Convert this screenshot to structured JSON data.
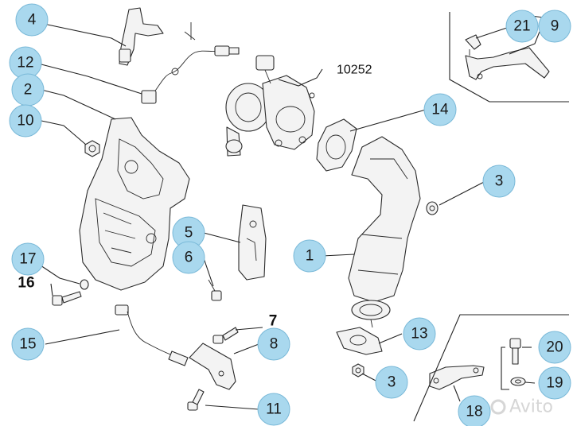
{
  "reference_label": "10252",
  "callouts": [
    {
      "id": "c1",
      "label": "1",
      "style": "bubble"
    },
    {
      "id": "c2",
      "label": "2",
      "style": "bubble"
    },
    {
      "id": "c3a",
      "label": "3",
      "style": "bubble"
    },
    {
      "id": "c3b",
      "label": "3",
      "style": "bubble"
    },
    {
      "id": "c4",
      "label": "4",
      "style": "bubble"
    },
    {
      "id": "c5",
      "label": "5",
      "style": "bubble"
    },
    {
      "id": "c6",
      "label": "6",
      "style": "bubble"
    },
    {
      "id": "c7",
      "label": "7",
      "style": "plain"
    },
    {
      "id": "c8",
      "label": "8",
      "style": "bubble"
    },
    {
      "id": "c9",
      "label": "9",
      "style": "bubble"
    },
    {
      "id": "c10",
      "label": "10",
      "style": "bubble"
    },
    {
      "id": "c11",
      "label": "11",
      "style": "bubble"
    },
    {
      "id": "c12",
      "label": "12",
      "style": "bubble"
    },
    {
      "id": "c13",
      "label": "13",
      "style": "bubble"
    },
    {
      "id": "c14",
      "label": "14",
      "style": "bubble"
    },
    {
      "id": "c15",
      "label": "15",
      "style": "bubble"
    },
    {
      "id": "c16",
      "label": "16",
      "style": "plain"
    },
    {
      "id": "c17",
      "label": "17",
      "style": "bubble"
    },
    {
      "id": "c18",
      "label": "18",
      "style": "bubble"
    },
    {
      "id": "c19",
      "label": "19",
      "style": "bubble"
    },
    {
      "id": "c20",
      "label": "20",
      "style": "bubble"
    },
    {
      "id": "c21",
      "label": "21",
      "style": "bubble"
    }
  ],
  "watermark": "Avito",
  "colors": {
    "bubble_fill": "#a9d8ee",
    "line": "#222222"
  }
}
